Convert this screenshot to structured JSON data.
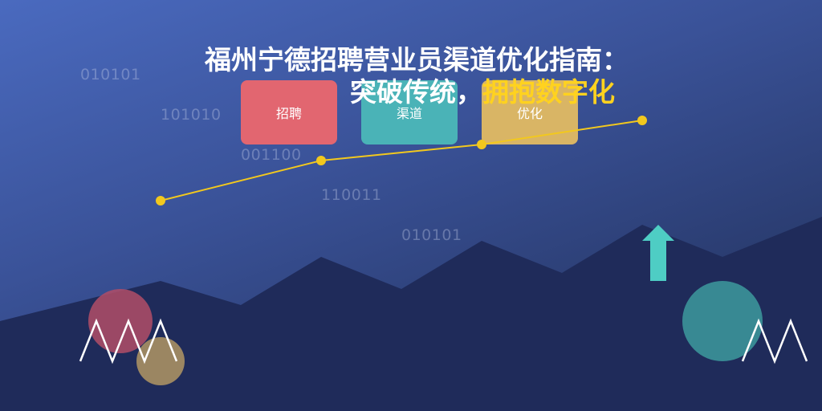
{
  "title": {
    "line1": "福州宁德招聘营业员渠道优化指南：",
    "line2_prefix": "突破传统，",
    "line2_highlight": "拥抱数字化"
  },
  "cards": [
    {
      "label": "招聘",
      "color": "#e26670"
    },
    {
      "label": "渠道",
      "color": "#4ab3b7"
    },
    {
      "label": "优化",
      "color": "#d9b565"
    }
  ],
  "binary_codes": [
    "010101",
    "101010",
    "001100",
    "110011",
    "010101"
  ],
  "colors": {
    "line": "#f2c81e",
    "highlight": "#ffd21f",
    "mountain": "#1f2b5a",
    "arrow": "#4ecdc4"
  }
}
